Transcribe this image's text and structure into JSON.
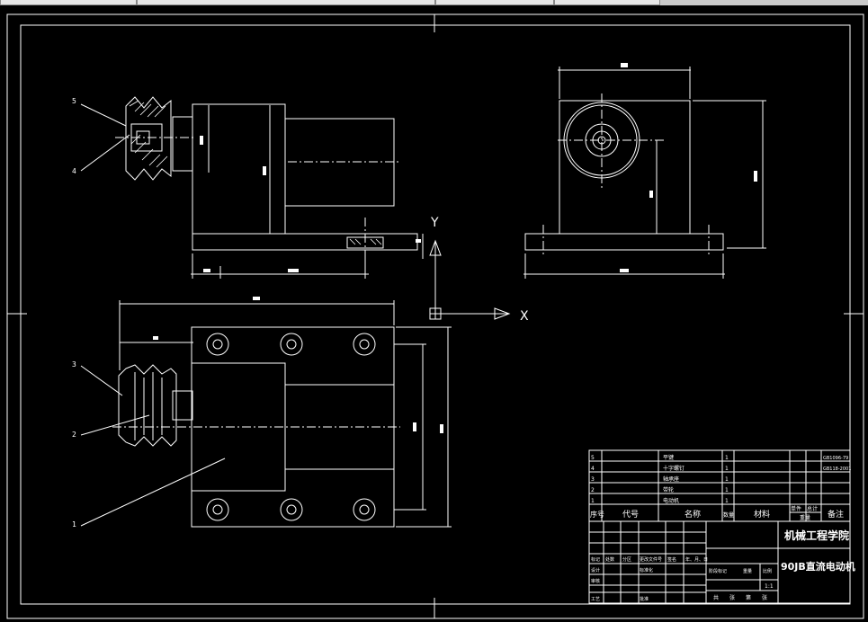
{
  "drawing": {
    "axis": {
      "y_label": "Y",
      "x_label": "X"
    },
    "balloons": [
      "5",
      "4",
      "3",
      "2",
      "1"
    ],
    "title_block": {
      "school": "机械工程学院",
      "product": "90JB直流电动机",
      "scale": "1:1",
      "bom_header": [
        "序号",
        "代号",
        "名称",
        "数量",
        "材料",
        "单件",
        "总计",
        "重量",
        "备注"
      ],
      "bom_rows": [
        {
          "no": "5",
          "name": "平键",
          "qty": "1",
          "remark": "GB1096-79"
        },
        {
          "no": "4",
          "name": "十字螺钉",
          "qty": "1",
          "remark": "GB118-2001"
        },
        {
          "no": "3",
          "name": "轴承座",
          "qty": "1",
          "remark": ""
        },
        {
          "no": "2",
          "name": "带轮",
          "qty": "1",
          "remark": ""
        },
        {
          "no": "1",
          "name": "电动机",
          "qty": "1",
          "remark": ""
        }
      ],
      "sign_rows": [
        [
          "标记",
          "处数",
          "分区",
          "更改文件号",
          "签名",
          "年、月、日"
        ],
        [
          "设计",
          "",
          "标准化",
          "",
          "",
          ""
        ],
        [
          "审核",
          "",
          "",
          "",
          "",
          ""
        ],
        [
          "工艺",
          "",
          "批准",
          "",
          "",
          ""
        ]
      ],
      "stage_labels": [
        "阶段标记",
        "重量",
        "比例"
      ],
      "sheet_labels": [
        "共",
        "张",
        "第",
        "张"
      ]
    }
  }
}
